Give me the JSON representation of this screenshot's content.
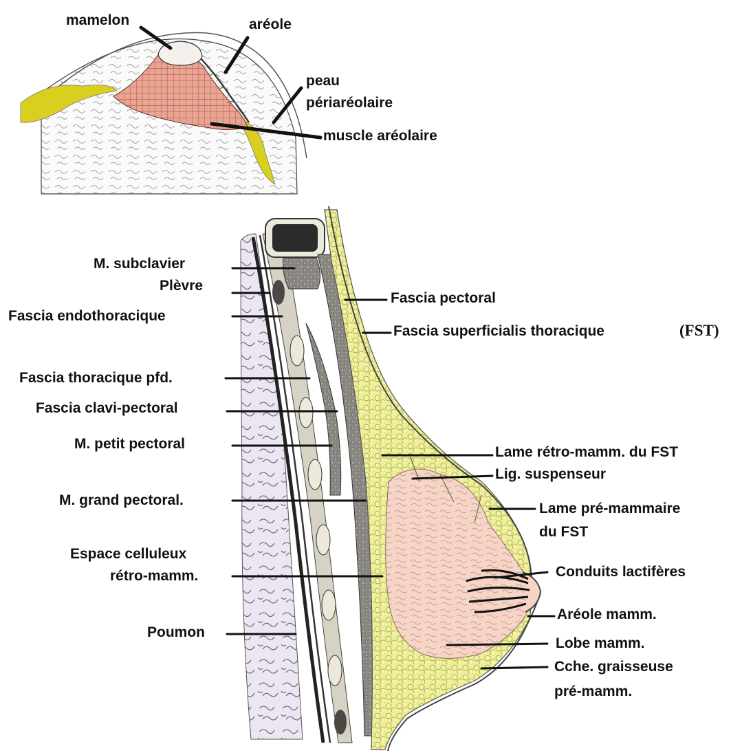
{
  "inset": {
    "labels": {
      "mamelon": "mamelon",
      "areole": "aréole",
      "peau_line1": "peau",
      "peau_line2": "périaréolaire",
      "muscle": "muscle aréolaire"
    }
  },
  "section": {
    "left_labels": {
      "subclavier": "M. subclavier",
      "plevre": "Plèvre",
      "endothoracique": "Fascia endothoracique",
      "thoracique_pfd": "Fascia thoracique pfd.",
      "clavi_pectoral": "Fascia clavi-pectoral",
      "petit_pectoral": "M. petit pectoral",
      "grand_pectoral": "M. grand pectoral.",
      "espace_line1": "Espace celluleux",
      "espace_line2": "rétro-mamm.",
      "poumon": "Poumon"
    },
    "right_labels": {
      "fascia_pectoral": "Fascia pectoral",
      "fst": "Fascia superficialis thoracique",
      "fst_abbr": "(FST)",
      "lame_retro": "Lame rétro-mamm. du FST",
      "lig_suspenseur": "Lig. suspenseur",
      "lame_pre_line1": "Lame pré-mammaire",
      "lame_pre_line2": "du FST",
      "conduits": "Conduits lactifères",
      "areole_mamm": "Aréole mamm.",
      "lobe": "Lobe mamm.",
      "cche_line1": "Cche. graisseuse",
      "cche_line2": "pré-mamm."
    }
  },
  "colors": {
    "areolar_muscle": "#e9a592",
    "fat_yellow": "#efef9a",
    "fat_dark_yellow": "#d9cf1e",
    "muscle_gray": "#8d8a85",
    "gland_pink": "#f6d5c6",
    "lung_lilac": "#ece6f3"
  }
}
